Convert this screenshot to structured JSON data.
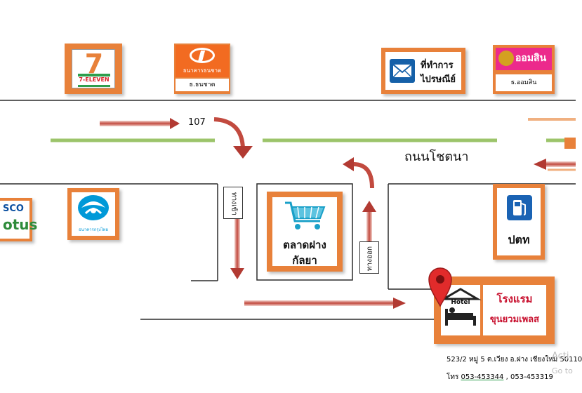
{
  "road": {
    "name": "ถนนโชตนา",
    "route_number": "107"
  },
  "landmarks": {
    "seven_eleven": {
      "logo_text": "7-ELEVEN",
      "icon": "seven-eleven-logo-icon"
    },
    "thanachart": {
      "logo_text": "ธนาคารธนชาต",
      "caption": "ธ.ธนชาต",
      "icon": "thanachart-bank-logo-icon"
    },
    "post_office": {
      "line1": "ที่ทำการ",
      "line2": "ไปรษณีย์",
      "icon": "mail-envelope-icon"
    },
    "gsb": {
      "logo_text": "ออมสิน",
      "caption": "ธ.ออมสิน",
      "icon": "gsb-bank-logo-icon"
    },
    "tesco": {
      "line1": "SCO",
      "line2": "otus",
      "icon": "tesco-lotus-logo-icon"
    },
    "krungthai": {
      "logo_text": "ธนาคารกรุงไทย",
      "icon": "krungthai-bank-logo-icon"
    },
    "market": {
      "line1": "ตลาดฝาง",
      "line2": "กัลยา",
      "icon": "shopping-cart-icon"
    },
    "gas_station": {
      "label": "ปตท",
      "icon": "fuel-pump-icon"
    }
  },
  "directions": {
    "exit_label": "ทางเข้า",
    "entrance_label": "ทางออก"
  },
  "hotel": {
    "sign_text": "Hotel",
    "name_line1": "โรงแรม",
    "name_line2": "ขุนยวมเพลส",
    "icon": "hotel-bed-icon",
    "pin_icon": "map-pin-icon",
    "address": "523/2 หมู่ 5 ต.เวียง อ.ฝาง เชียงใหม่ 50110",
    "phone_prefix": "โทร",
    "phone1": "053-453344",
    "separator": ",",
    "phone2": "053-453319"
  },
  "watermark": {
    "line1": "Acti",
    "line2": "Go to"
  },
  "colors": {
    "road_line": "#2b2b2b",
    "green_line": "#9cc46a",
    "arrow_red": "#b23a32",
    "orange": "#e8813a",
    "pin_red": "#e12b2b",
    "hotel_text_red": "#c8102e",
    "market_text": "#1a1a1a"
  }
}
